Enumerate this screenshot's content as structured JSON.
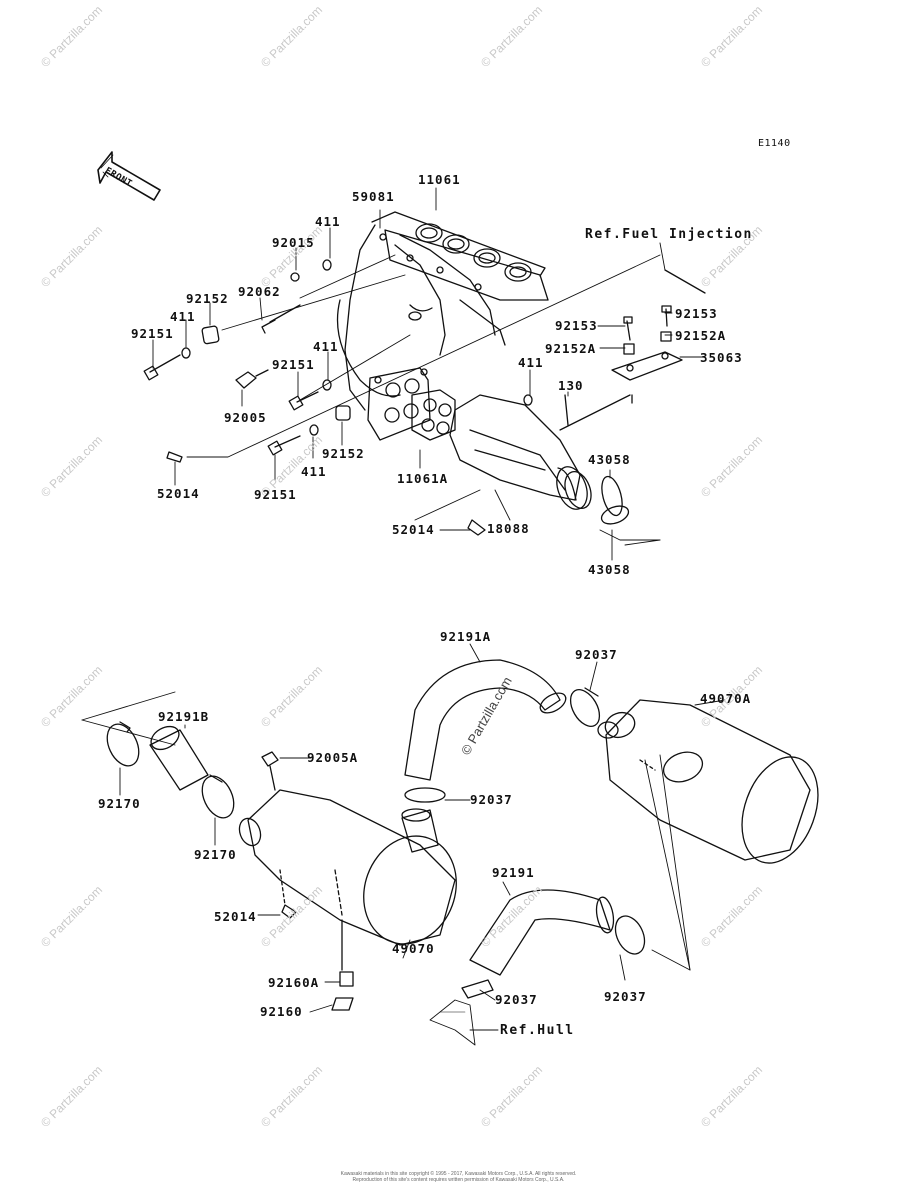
{
  "diagram_code": "E1140",
  "front_label": "FRONT",
  "refs": {
    "fuel_injection": "Ref.Fuel Injection",
    "hull": "Ref.Hull"
  },
  "labels": {
    "p11061": "11061",
    "p59081": "59081",
    "p411_a": "411",
    "p92015": "92015",
    "p92062": "92062",
    "p92152_a": "92152",
    "p411_b": "411",
    "p92151_a": "92151",
    "p411_c": "411",
    "p92151_b": "92151",
    "p92005": "92005",
    "p92152_b": "92152",
    "p411_d": "411",
    "p52014_a": "52014",
    "p92151_c": "92151",
    "p11061a": "11061A",
    "p52014_b": "52014",
    "p18088": "18088",
    "p43058_a": "43058",
    "p43058_b": "43058",
    "p411_e": "411",
    "p130": "130",
    "p92153_a": "92153",
    "p92152a_a": "92152A",
    "p92153_b": "92153",
    "p92152a_b": "92152A",
    "p35063": "35063",
    "p92191a": "92191A",
    "p92037_a": "92037",
    "p49070a": "49070A",
    "p92191b": "92191B",
    "p92170_a": "92170",
    "p92170_b": "92170",
    "p92005a": "92005A",
    "p92037_b": "92037",
    "p52014_c": "52014",
    "p92160a": "92160A",
    "p92160": "92160",
    "p49070": "49070",
    "p92191": "92191",
    "p92037_c": "92037",
    "p92037_d": "92037"
  },
  "watermark": "© Partzilla.com",
  "copyright_line1": "Kawasaki materials in this site copyright © 1995 - 2017, Kawasaki Motors Corp., U.S.A.  All rights reserved.",
  "copyright_line2": "Reproduction of this site's content requires written permission of Kawasaki Motors Corp., U.S.A."
}
